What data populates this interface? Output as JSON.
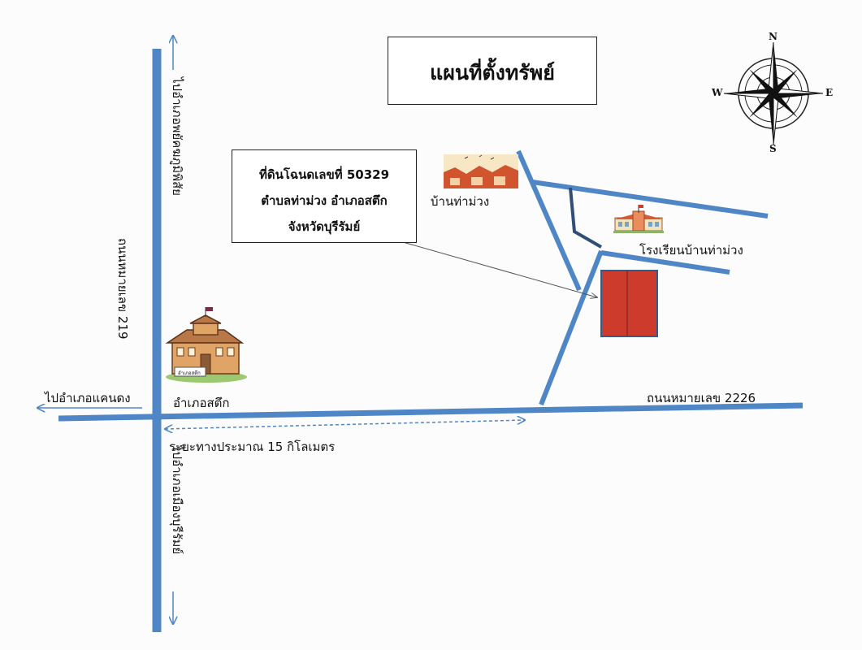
{
  "title": "แผนที่ตั้งทรัพย์",
  "parcel": {
    "line1": "ที่ดินโฉนดเลขที่ 50329",
    "line2": "ตำบลท่าม่วง อำเภอสตึก",
    "line3": "จังหวัดบุรีรัมย์"
  },
  "roads": {
    "highway_219": "ถนนหมายเลข 219",
    "highway_2226": "ถนนหมายเลข 2226"
  },
  "directions": {
    "north": "ไปอำเภอพยัคฆภูมิพิสัย",
    "south": "ไปอำเภอเมืองบุรีรัมย์",
    "west": "ไปอำเภอแคนดง"
  },
  "places": {
    "district": "อำเภอสตึก",
    "village": "บ้านท่าม่วง",
    "school": "โรงเรียนบ้านท่าม่วง",
    "district_sign": "อำเภอสตึก"
  },
  "distance": "ระยะทางประมาณ 15 กิโลเมตร",
  "compass": {
    "n": "N",
    "s": "S",
    "e": "E",
    "w": "W"
  },
  "colors": {
    "road": "#4f86c6",
    "parcel": "#cc3b2c",
    "parcel_border": "#2e5e8e",
    "lane": "#2f4f78"
  }
}
